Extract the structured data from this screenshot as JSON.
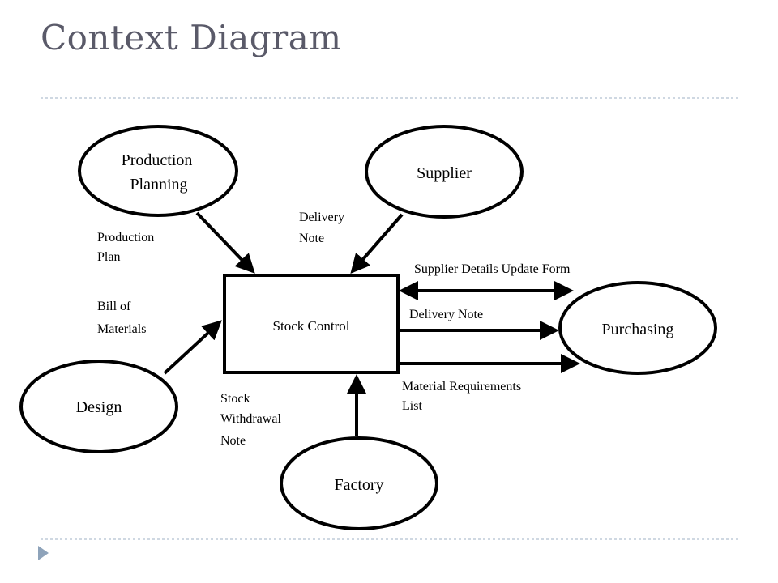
{
  "title": "Context Diagram",
  "colors": {
    "title": "#5a5a69",
    "dotted_rule": "#9fb2c6",
    "bullet": "#8ea3ba",
    "stroke": "#000000"
  },
  "icons": {
    "slide_bullet": "triangle-right-icon"
  },
  "process": {
    "label": "Stock Control"
  },
  "entities": {
    "production_planning": [
      "Production",
      "Planning"
    ],
    "supplier": [
      "Supplier"
    ],
    "purchasing": [
      "Purchasing"
    ],
    "design": [
      "Design"
    ],
    "factory": [
      "Factory"
    ]
  },
  "flows": {
    "production_plan": [
      "Production",
      "Plan"
    ],
    "delivery_note_supplier": [
      "Delivery",
      "Note"
    ],
    "supplier_details_update_form": [
      "Supplier Details Update Form"
    ],
    "delivery_note_purchasing": [
      "Delivery Note"
    ],
    "bill_of_materials": [
      "Bill of",
      "Materials"
    ],
    "material_requirements_list": [
      "Material Requirements",
      "List"
    ],
    "stock_withdrawal_note": [
      "Stock",
      "Withdrawal",
      "Note"
    ]
  }
}
